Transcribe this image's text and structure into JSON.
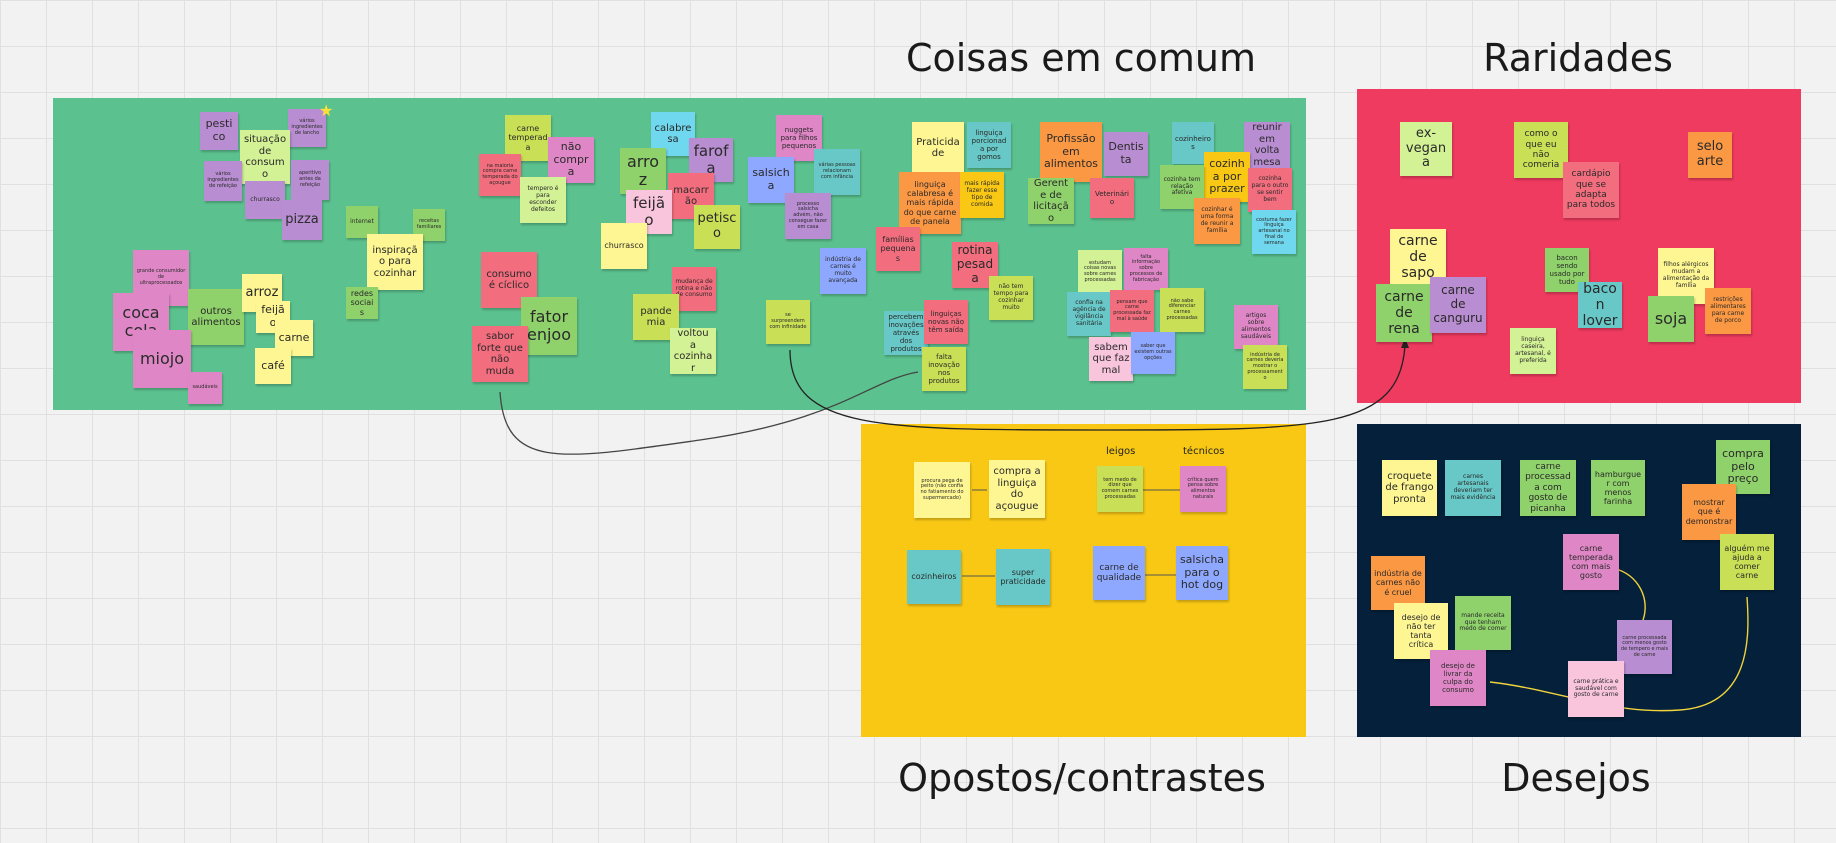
{
  "titles": {
    "common": "Coisas em comum",
    "rare": "Raridades",
    "opposites": "Opostos/contrastes",
    "desires": "Desejos"
  },
  "colors": {
    "green_zone": "#5bc28f",
    "red_zone": "#ef3b5f",
    "yellow_zone": "#f8c815",
    "navy_zone": "#04203a",
    "yellow": "#fdf692",
    "light_green": "#d3f195",
    "lime": "#c9df56",
    "green": "#8fd16b",
    "pink": "#f26d7d",
    "light_pink": "#f8c5dd",
    "magenta": "#df87c6",
    "purple": "#b88dd1",
    "cyan": "#6fd7ee",
    "teal": "#67c8c7",
    "blue": "#8fa8ff",
    "orange": "#fb9843"
  },
  "common_notes": {
    "pestico": "pestico",
    "bolo_ingredientes": "vários ingredientes de lancho",
    "situacao": "situação de consumo",
    "ingredientes_refeicao": "vários ingredientes de refeição",
    "aperitivo": "aperitivo antes da refeição",
    "churrasco1": "churrasco",
    "pizza": "pizza",
    "grande_consumidor": "grande consumidor de ultraprocessados",
    "coca": "coca cola",
    "outros": "outros alimentos",
    "arroz1": "arroz",
    "feijao1": "feijão",
    "carne1": "carne",
    "miojo": "miojo",
    "cafe": "café",
    "saudaveis": "saudáveis",
    "internet": "internet",
    "receitas": "receitas familiares",
    "inspiracao": "inspiração para cozinhar",
    "redes": "redes sociais",
    "carne_temperada": "carne temperada",
    "nao_compra": "não compra",
    "maioria_compra": "na maioria compra carne temperada do açougue",
    "tempero_defeitos": "tempero é para esconder defeitos",
    "consumo_ciclico": "consumo é cíclico",
    "fator_enjoo": "fator enjoo",
    "sabor_forte": "sabor forte que não muda",
    "calabresa": "calabresa",
    "arroz2": "arroz",
    "farofa": "farofa",
    "macarrao": "macarrão",
    "feijao2": "feijão",
    "petisco": "petisco",
    "churrasco2": "churrasco",
    "mudanca_rotina": "mudança de rotina e não de consumo",
    "pandemia": "pandemia",
    "voltou_cozinhar": "voltou a cozinhar",
    "nuggets": "nuggets para filhos pequenos",
    "salsicha": "salsicha",
    "varias_pessoas": "várias pessoas relacionam com infância",
    "processo_salsicha": "processo salsicha advém, não consegue fazer em casa",
    "industria_avancada": "indústria de carnes é muito avançada",
    "surpreendem": "se surpreendem com infinidade",
    "praticidade": "Praticidade",
    "linguica_porcionada": "linguiça porcionada por gomos",
    "linguica_calabresa": "linguiça calabresa é mais rápida do que carne de panela",
    "mais_rapida": "mais rápida fazer esse tipo de comida",
    "familias": "famílias pequenas",
    "rotina_pesada": "rotina pesada",
    "nao_tem_tempo": "não tem tempo para cozinhar muito",
    "percebem": "percebem inovações através dos produtos",
    "linguicas_saida": "linguiças novas não têm saída",
    "falta_inovacao": "falta inovação nos produtos",
    "profissao": "Profissão em alimentos",
    "dentista": "Dentista",
    "gerente": "Gerente de licitação",
    "veterinario": "Veterinário",
    "cozinheiros1": "cozinheiros",
    "reunir": "reunir em volta mesa",
    "cozinha_prazer": "cozinha por prazer",
    "cozinha_relacao": "cozinha tem relação afetiva",
    "cozinha_outro": "cozinha para o outro se sentir bem",
    "forma_reunir": "cozinhar é uma forma de reunir a família",
    "costuma_linguica": "costuma fazer linguiça artesanal no final de semana",
    "estudam": "estudam coisas novas sobre carnes processadas",
    "fala_informacao": "falta informação sobre processos de fabricação",
    "confia_vigilancia": "confia na agência de vigilância sanitária",
    "pensam_ruim": "pensam que carne processada faz mal à saúde",
    "nao_sabe": "não sabe diferenciar carnes processadas",
    "sabem_mal": "sabem que faz mal",
    "saber_opcoes": "saber que existem outras opções",
    "artigos": "artigos sobre alimentos saudáveis",
    "industria_mostrar": "indústria de carnes deveria mostrar o processamento"
  },
  "rare_notes": {
    "ex_vegana": "ex-vegana",
    "como_nao_comeria": "como o que eu não comeria",
    "cardapio": "cardápio que se adapta para todos",
    "selo_arte": "selo arte",
    "carne_sapo": "carne de sapo",
    "carne_rena": "carne de rena",
    "carne_canguru": "carne de canguru",
    "bacon_usado": "bacon sendo usado por tudo",
    "bacon_lover": "bacon lover",
    "filhos_alergicos": "filhos alérgicos mudam a alimentação da família",
    "soja": "soja",
    "restricoes": "restrições alimentares para carne de porco",
    "linguica_caseira": "linguiça caseira, artesanal, é preferida"
  },
  "opposites": {
    "leigos": "leigos",
    "tecnicos": "técnicos",
    "procura_pega": "procura pega de peito (não confia no fatiamento do supermercado)",
    "compra_linguica": "compra a linguiça do açougue",
    "tem_medo": "tem medo de dizer que comem carnes processadas",
    "critica_saudaveis": "crítica quem pensa sobre alimentos naturais",
    "cozinheiros2": "cozinheiros",
    "super_praticidade": "super praticidade",
    "carne_qualidade": "carne de qualidade",
    "salsicha_hotdog": "salsicha para o hot dog"
  },
  "desires": {
    "croquete": "croquete de frango pronta",
    "carnes_artesanais": "carnes artesanais deveriam ter mais evidência",
    "carne_picanha": "carne processada com gosto de picanha",
    "hamburguer": "hamburguer com menos farinha",
    "compra_preco": "compra pelo preço",
    "mostrar_demonstrar": "mostrar que é demonstrar",
    "carne_temperada_gosto": "carne temperada com mais gosto",
    "alguem_ajuda": "alguém me ajuda a comer carne",
    "industria_cruel": "indústria de carnes não é cruel",
    "desejo_critica": "desejo de não ter tanta crítica",
    "mande_receita": "mande receita que tenham medo de comer",
    "carne_menos_gordura": "carne processada com menos gosto de tempero e mais de carne",
    "desejo_livrar": "desejo de livrar da culpa do consumo",
    "carne_pratica": "carne prática e saudável com gosto de carne"
  }
}
